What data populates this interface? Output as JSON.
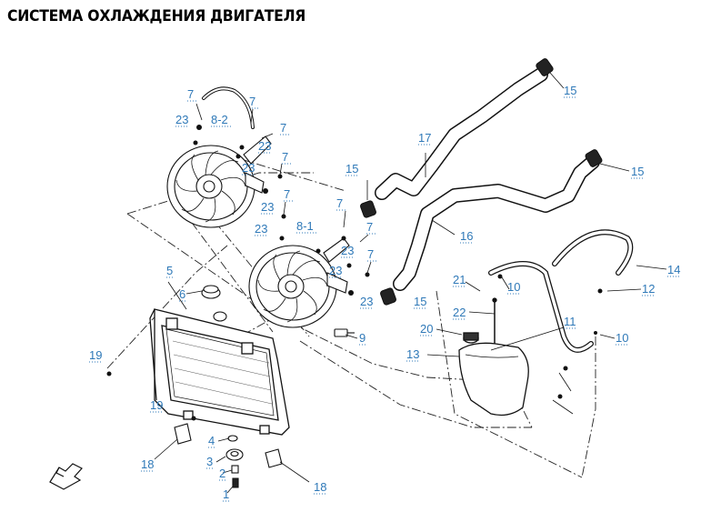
{
  "title": "СИСТЕМА ОХЛАЖДЕНИЯ ДВИГАТЕЛЯ",
  "colors": {
    "callout": "#2f79b8",
    "line": "#111111",
    "title": "#000000"
  },
  "icons": [
    "arrow-icon"
  ],
  "callouts": [
    {
      "id": "c7a",
      "text": "7"
    },
    {
      "id": "c7b",
      "text": "7"
    },
    {
      "id": "c23a",
      "text": "23"
    },
    {
      "id": "c82",
      "text": "8-2"
    },
    {
      "id": "c7c",
      "text": "7"
    },
    {
      "id": "c23b",
      "text": "23"
    },
    {
      "id": "c23c",
      "text": "23"
    },
    {
      "id": "c7d",
      "text": "7"
    },
    {
      "id": "c7e",
      "text": "7"
    },
    {
      "id": "c23d",
      "text": "23"
    },
    {
      "id": "c23e",
      "text": "23"
    },
    {
      "id": "c81",
      "text": "8-1"
    },
    {
      "id": "c7f",
      "text": "7"
    },
    {
      "id": "c7g",
      "text": "7"
    },
    {
      "id": "c23f",
      "text": "23"
    },
    {
      "id": "c7h",
      "text": "7"
    },
    {
      "id": "c23g",
      "text": "23"
    },
    {
      "id": "c23h",
      "text": "23"
    },
    {
      "id": "c15a",
      "text": "15"
    },
    {
      "id": "c15b",
      "text": "15"
    },
    {
      "id": "c15c",
      "text": "15"
    },
    {
      "id": "c15d",
      "text": "15"
    },
    {
      "id": "c17",
      "text": "17"
    },
    {
      "id": "c16",
      "text": "16"
    },
    {
      "id": "c14",
      "text": "14"
    },
    {
      "id": "c12",
      "text": "12"
    },
    {
      "id": "c21",
      "text": "21"
    },
    {
      "id": "c10a",
      "text": "10"
    },
    {
      "id": "c22",
      "text": "22"
    },
    {
      "id": "c11",
      "text": "11"
    },
    {
      "id": "c10b",
      "text": "10"
    },
    {
      "id": "c20",
      "text": "20"
    },
    {
      "id": "c13",
      "text": "13"
    },
    {
      "id": "c5",
      "text": "5"
    },
    {
      "id": "c6",
      "text": "6"
    },
    {
      "id": "c9",
      "text": "9"
    },
    {
      "id": "c19a",
      "text": "19"
    },
    {
      "id": "c19b",
      "text": "19"
    },
    {
      "id": "c4",
      "text": "4"
    },
    {
      "id": "c3",
      "text": "3"
    },
    {
      "id": "c2",
      "text": "2"
    },
    {
      "id": "c1",
      "text": "1"
    },
    {
      "id": "c18a",
      "text": "18"
    },
    {
      "id": "c18b",
      "text": "18"
    }
  ]
}
